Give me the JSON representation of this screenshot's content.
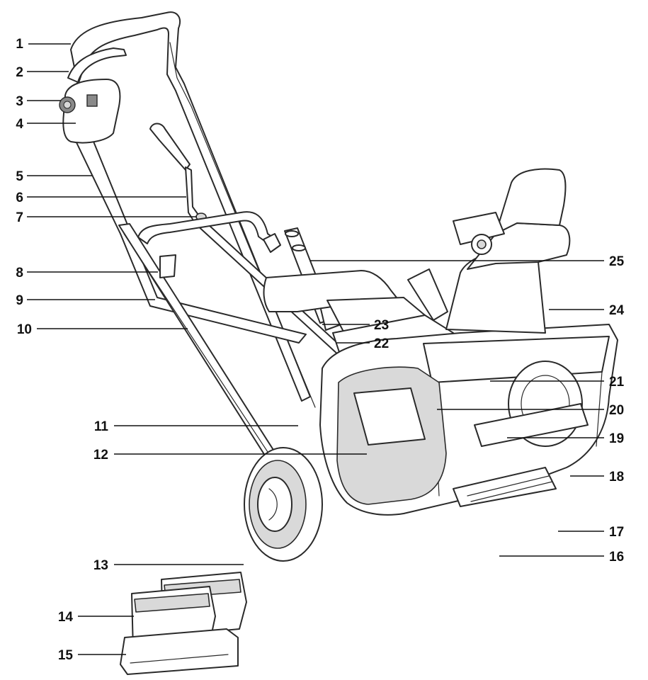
{
  "callouts": [
    {
      "id": "1",
      "label": "1"
    },
    {
      "id": "2",
      "label": "2"
    },
    {
      "id": "3",
      "label": "3"
    },
    {
      "id": "4",
      "label": "4"
    },
    {
      "id": "5",
      "label": "5"
    },
    {
      "id": "6",
      "label": "6"
    },
    {
      "id": "7",
      "label": "7"
    },
    {
      "id": "8",
      "label": "8"
    },
    {
      "id": "9",
      "label": "9"
    },
    {
      "id": "10",
      "label": "10"
    },
    {
      "id": "11",
      "label": "11"
    },
    {
      "id": "12",
      "label": "12"
    },
    {
      "id": "13",
      "label": "13"
    },
    {
      "id": "14",
      "label": "14"
    },
    {
      "id": "15",
      "label": "15"
    },
    {
      "id": "16",
      "label": "16"
    },
    {
      "id": "17",
      "label": "17"
    },
    {
      "id": "18",
      "label": "18"
    },
    {
      "id": "19",
      "label": "19"
    },
    {
      "id": "20",
      "label": "20"
    },
    {
      "id": "21",
      "label": "21"
    },
    {
      "id": "22",
      "label": "22"
    },
    {
      "id": "23",
      "label": "23"
    },
    {
      "id": "24",
      "label": "24"
    },
    {
      "id": "25",
      "label": "25"
    }
  ],
  "colors": {
    "ink": "#2a2a2a",
    "fill": "#ffffff",
    "shade": "#d9d9d9"
  }
}
